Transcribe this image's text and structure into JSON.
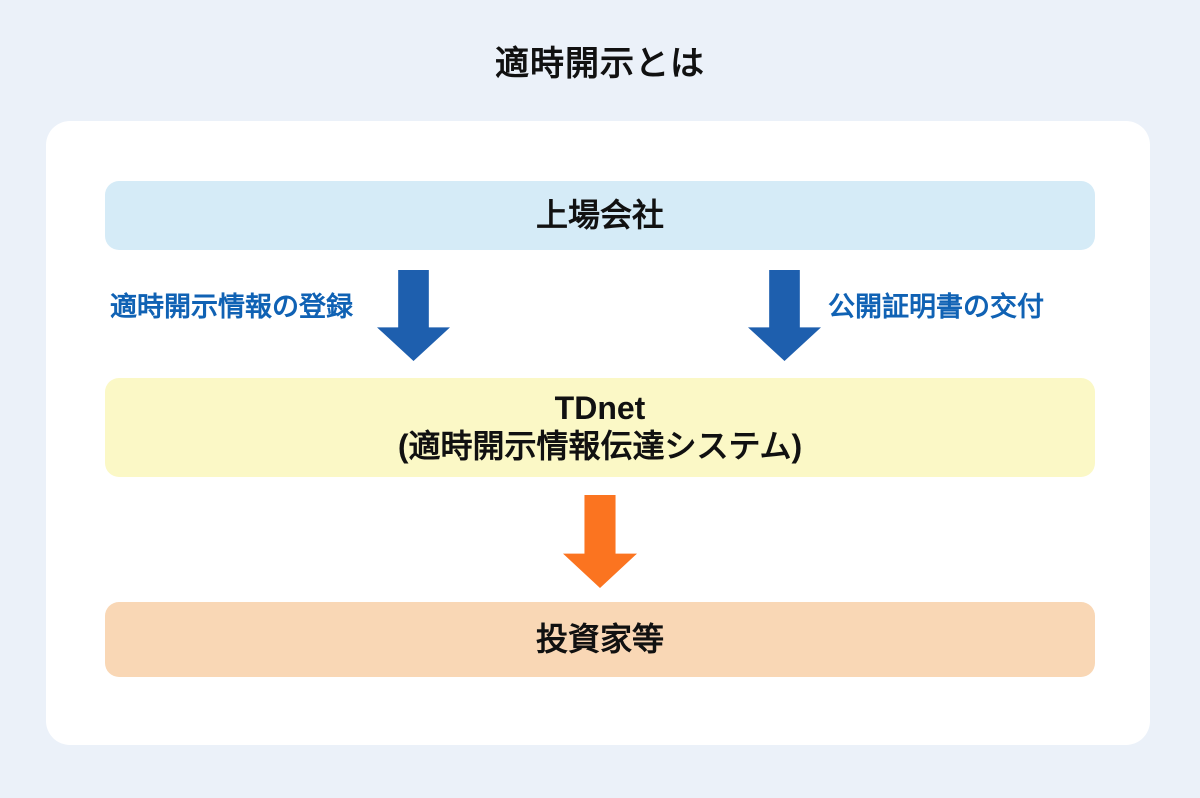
{
  "page": {
    "title": "適時開示とは",
    "background_color": "#ebf1f9",
    "card_color": "#ffffff"
  },
  "diagram": {
    "nodes": [
      {
        "id": "listed-company",
        "label": "上場会社",
        "bg_color": "#d5ebf7"
      },
      {
        "id": "tdnet",
        "label_line1": "TDnet",
        "label_line2": "(適時開示情報伝達システム)",
        "bg_color": "#fbf8c6"
      },
      {
        "id": "investors",
        "label": "投資家等",
        "bg_color": "#f9d7b5"
      }
    ],
    "arrows": [
      {
        "id": "register",
        "from": "listed-company",
        "to": "tdnet",
        "label": "適時開示情報の登録",
        "color": "#1e5fae",
        "label_color": "#1062b4",
        "direction": "down"
      },
      {
        "id": "certificate",
        "from": "listed-company",
        "to": "tdnet",
        "label": "公開証明書の交付",
        "color": "#1e5fae",
        "label_color": "#1062b4",
        "direction": "down"
      },
      {
        "id": "deliver",
        "from": "tdnet",
        "to": "investors",
        "label": "",
        "color": "#fb7420",
        "direction": "down"
      }
    ]
  }
}
